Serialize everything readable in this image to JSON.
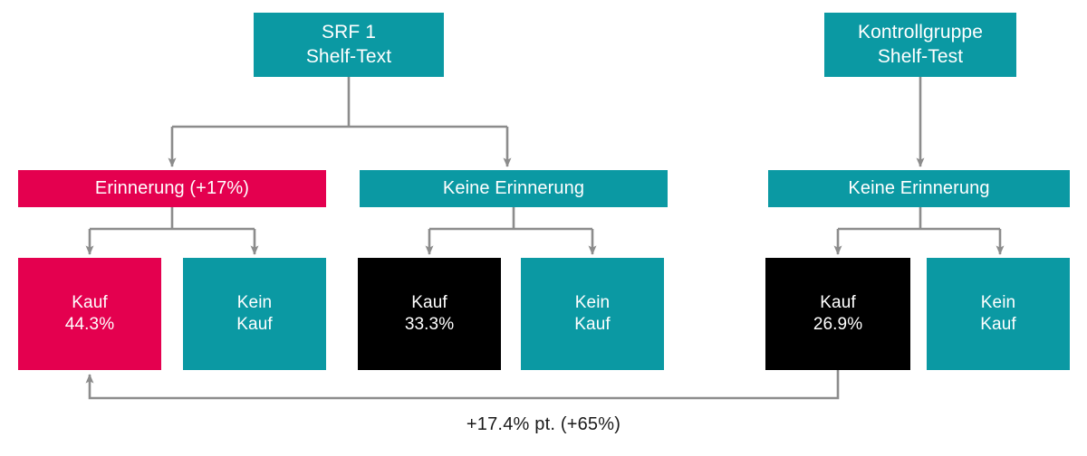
{
  "diagram": {
    "type": "flow-tree",
    "colors": {
      "teal": "#0b99a3",
      "pink": "#e4004f",
      "black": "#000000",
      "connector": "#8c8c8c",
      "text_on_fill": "#ffffff",
      "caption_text": "#1a1a1a"
    },
    "caption": "+17.4% pt. (+65%)",
    "groups": [
      {
        "id": "srf1",
        "root": {
          "line1": "SRF 1",
          "line2": "Shelf-Text",
          "color": "teal"
        },
        "branches": [
          {
            "id": "erinnerung",
            "label": "Erinnerung (+17%)",
            "color": "pink",
            "leaves": [
              {
                "line1": "Kauf",
                "line2": "44.3%",
                "color": "pink",
                "value": 44.3
              },
              {
                "line1": "Kein",
                "line2": "Kauf",
                "color": "teal",
                "value": null
              }
            ]
          },
          {
            "id": "keine-erinnerung-srf1",
            "label": "Keine Erinnerung",
            "color": "teal",
            "leaves": [
              {
                "line1": "Kauf",
                "line2": "33.3%",
                "color": "black",
                "value": 33.3
              },
              {
                "line1": "Kein",
                "line2": "Kauf",
                "color": "teal",
                "value": null
              }
            ]
          }
        ]
      },
      {
        "id": "kontrollgruppe",
        "root": {
          "line1": "Kontrollgruppe",
          "line2": "Shelf-Test",
          "color": "teal"
        },
        "branches": [
          {
            "id": "keine-erinnerung-kontroll",
            "label": "Keine Erinnerung",
            "color": "teal",
            "leaves": [
              {
                "line1": "Kauf",
                "line2": "26.9%",
                "color": "black",
                "value": 26.9
              },
              {
                "line1": "Kein",
                "line2": "Kauf",
                "color": "teal",
                "value": null
              }
            ]
          }
        ]
      }
    ]
  }
}
